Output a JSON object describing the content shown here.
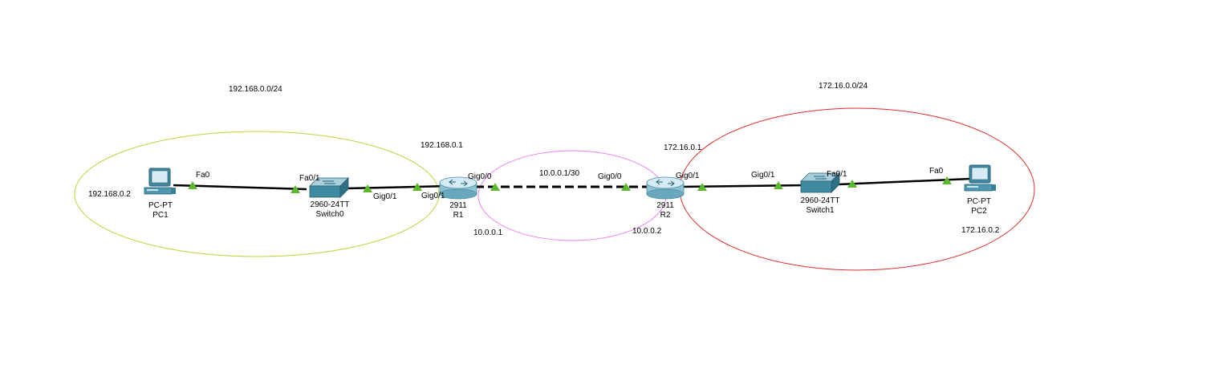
{
  "networks": {
    "lan1": {
      "address": "192.168.0.0/24",
      "color": "#b5d93a"
    },
    "wan": {
      "address": "10.0.0.1/30",
      "color": "#ee82ee"
    },
    "lan2": {
      "address": "172.16.0.0/24",
      "color": "#e22c2c"
    }
  },
  "devices": {
    "pc1": {
      "model": "PC-PT",
      "name": "PC1",
      "ip": "192.168.0.2",
      "icon": "pc-icon"
    },
    "switch0": {
      "model": "2960-24TT",
      "name": "Switch0",
      "icon": "switch-icon"
    },
    "r1": {
      "model": "2911",
      "name": "R1",
      "lan_ip": "192.168.0.1",
      "wan_ip": "10.0.0.1",
      "icon": "router-icon"
    },
    "r2": {
      "model": "2911",
      "name": "R2",
      "lan_ip": "172.16.0.1",
      "wan_ip": "10.0.0.2",
      "icon": "router-icon"
    },
    "switch1": {
      "model": "2960-24TT",
      "name": "Switch1",
      "icon": "switch-icon"
    },
    "pc2": {
      "model": "PC-PT",
      "name": "PC2",
      "ip": "172.16.0.2",
      "icon": "pc-icon"
    }
  },
  "ports": {
    "pc1_fa0": "Fa0",
    "sw0_fa01": "Fa0/1",
    "sw0_gig01": "Gig0/1",
    "r1_gig01": "Gig0/1",
    "r1_gig00": "Gig0/0",
    "r2_gig00": "Gig0/0",
    "r2_gig01": "Gig0/1",
    "sw1_gig01": "Gig0/1",
    "sw1_fa01": "Fa0/1",
    "pc2_fa0": "Fa0"
  },
  "colors": {
    "link": "#000000",
    "port_up": "#5cb82e",
    "device_teal": "#3f8aa3"
  }
}
